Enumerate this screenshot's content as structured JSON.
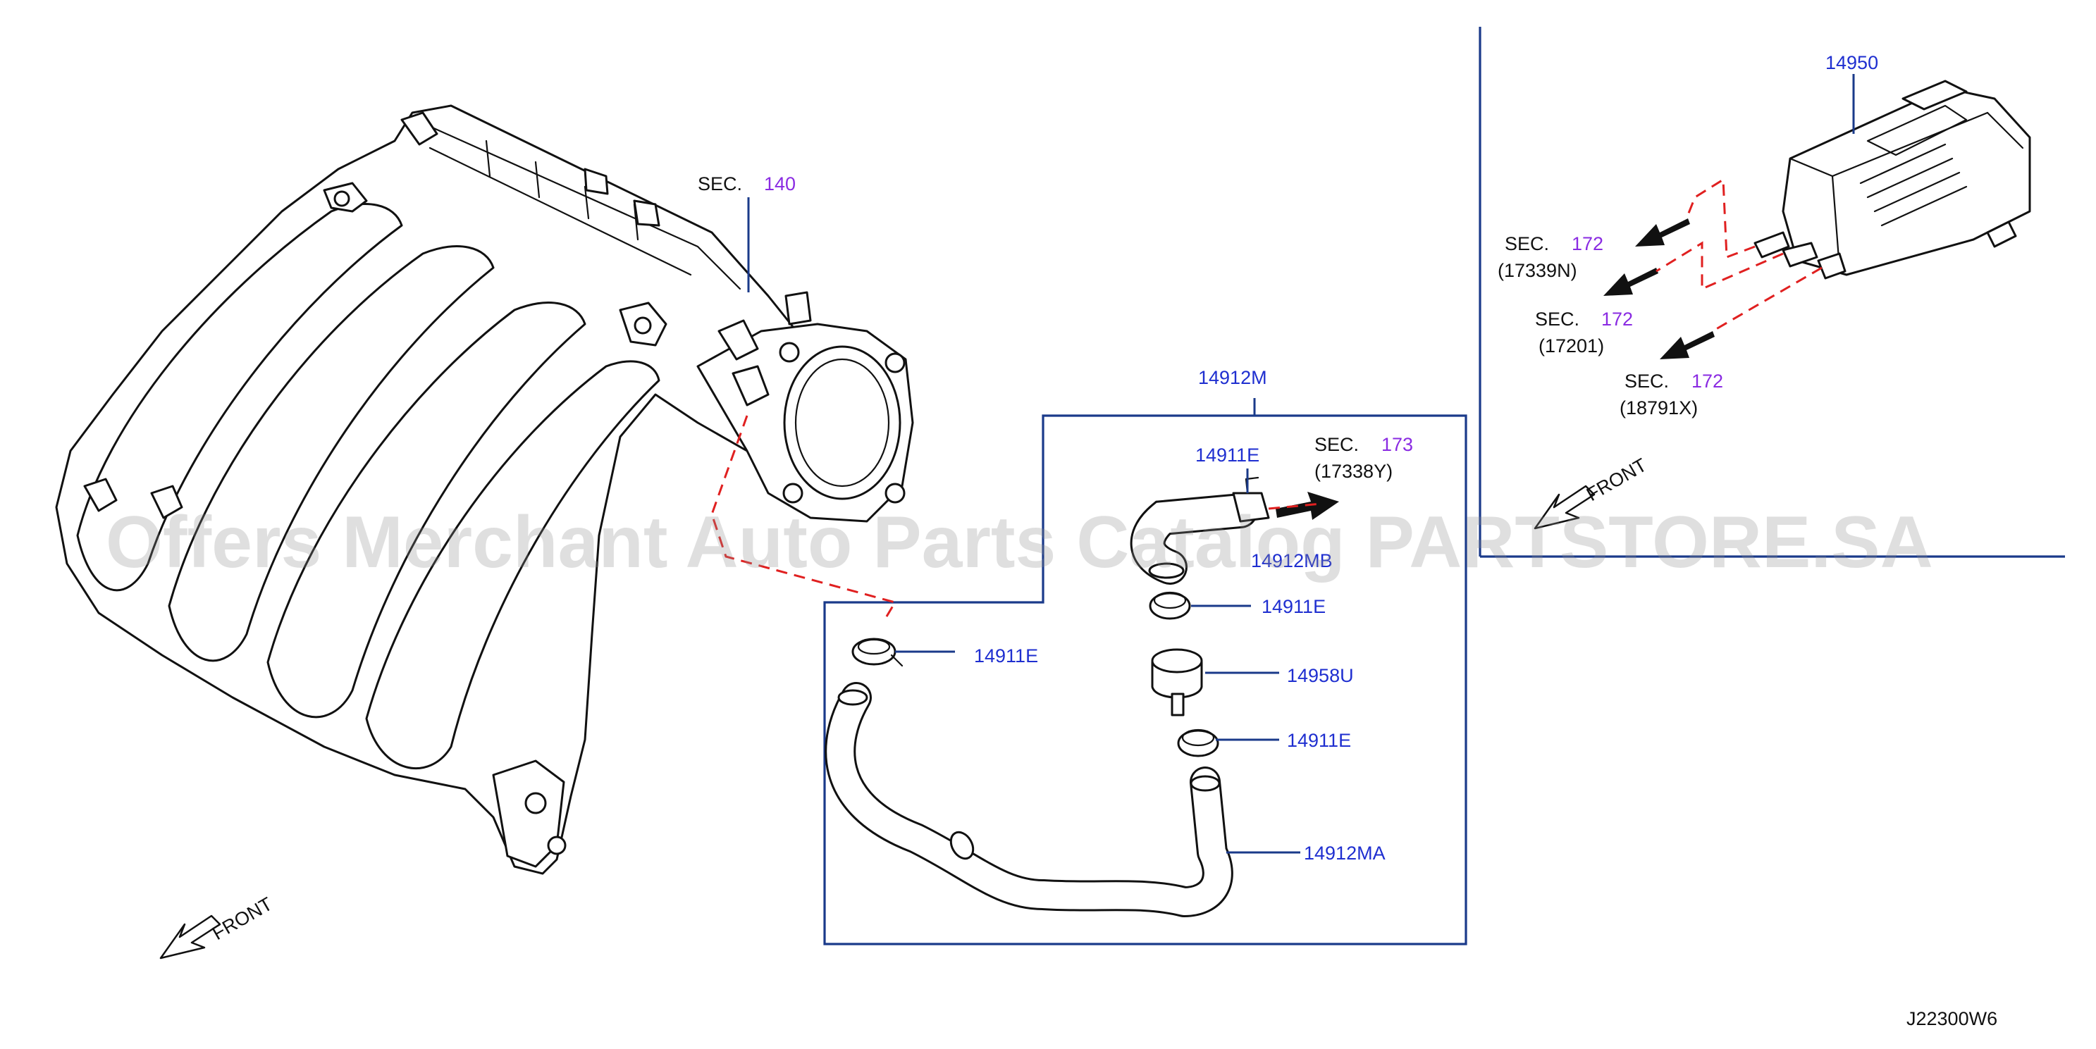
{
  "diagram": {
    "sec_140": {
      "prefix": "SEC.",
      "num": "140"
    },
    "sec_173": {
      "prefix": "SEC.",
      "num": "173",
      "sub": "(17338Y)"
    },
    "sec_172_a": {
      "prefix": "SEC.",
      "num": "172",
      "sub": "(17339N)"
    },
    "sec_172_b": {
      "prefix": "SEC.",
      "num": "172",
      "sub": "(17201)"
    },
    "sec_172_c": {
      "prefix": "SEC.",
      "num": "172",
      "sub": "(18791X)"
    },
    "parts": {
      "p14950": "14950",
      "p14912M": "14912M",
      "p14911E_top": "14911E",
      "p14912MB": "14912MB",
      "p14911E_mid": "14911E",
      "p14911E_left": "14911E",
      "p14958U": "14958U",
      "p14911E_low": "14911E",
      "p14912MA": "14912MA"
    },
    "front_left": "FRONT",
    "front_right": "FRONT",
    "diagram_code": "J22300W6"
  },
  "watermark": "Offers Merchant Auto Parts Catalog PARTSTORE.SA",
  "colors": {
    "part_number": "#1f2fd0",
    "section_ref": "#8a2be2",
    "leader_line": "#1a3a8a",
    "connection_dash": "#e02020",
    "outline": "#111111"
  }
}
